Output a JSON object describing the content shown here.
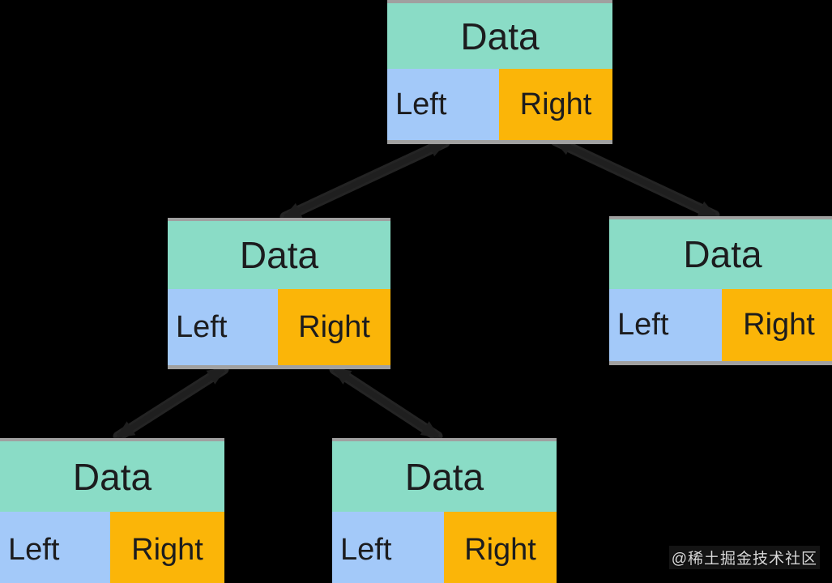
{
  "diagram": {
    "type": "binary-tree-node-structure",
    "background": "#000000",
    "colors": {
      "data_bg": "#8ADCC6",
      "left_bg": "#A3C9F9",
      "right_bg": "#FBB508",
      "label_text": "#1C1C1E",
      "arrow": "#1F1F1F",
      "node_edge": "#A0A0A0"
    },
    "nodes": [
      {
        "id": "root",
        "data_label": "Data",
        "left_label": "Left",
        "right_label": "Right"
      },
      {
        "id": "left-child",
        "data_label": "Data",
        "left_label": "Left",
        "right_label": "Right"
      },
      {
        "id": "right-child",
        "data_label": "Data",
        "left_label": "Left",
        "right_label": "Right"
      },
      {
        "id": "left-left-child",
        "data_label": "Data",
        "left_label": "Left",
        "right_label": "Right"
      },
      {
        "id": "left-right-child",
        "data_label": "Data",
        "left_label": "Left",
        "right_label": "Right"
      }
    ],
    "edges": [
      {
        "from": "root.left",
        "to": "left-child",
        "arrowheads": "both"
      },
      {
        "from": "root.right",
        "to": "right-child",
        "arrowheads": "both"
      },
      {
        "from": "left-child.left",
        "to": "left-left-child",
        "arrowheads": "both"
      },
      {
        "from": "left-child.right",
        "to": "left-right-child",
        "arrowheads": "both"
      }
    ]
  },
  "watermark": {
    "text": "@稀土掘金技术社区"
  }
}
